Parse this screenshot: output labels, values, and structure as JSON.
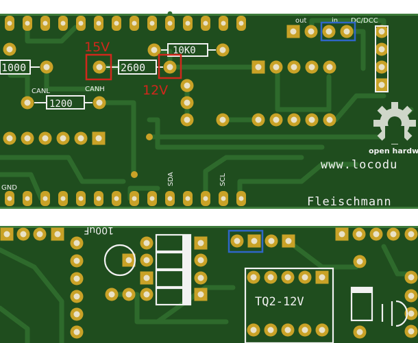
{
  "board_top": {
    "labels": {
      "out": "out",
      "in": "in",
      "dc_dcc": "DC/DCC",
      "canl": "CANL",
      "canh": "CANH",
      "gnd": "GND",
      "sda": "SDA",
      "scl": "SCL",
      "open_hardware": "open hardw",
      "url": "www.locodu",
      "brand": "Fleischmann"
    },
    "resistors": {
      "r1": "1000",
      "r2": "2600",
      "r3": "10K0",
      "r4": "1200"
    },
    "voltage_annotations": {
      "v15": "15V",
      "v12": "12V"
    }
  },
  "board_bottom": {
    "labels": {
      "cap": "100uF",
      "relay": "TQ2-12V"
    }
  },
  "colors": {
    "pcb": "#1f4d1e",
    "trace": "#2e6a2c",
    "pad": "#c9a227",
    "silkscreen": "#f2f2f2",
    "annotation_red": "#d0281c",
    "annotation_blue": "#2f66c8"
  }
}
